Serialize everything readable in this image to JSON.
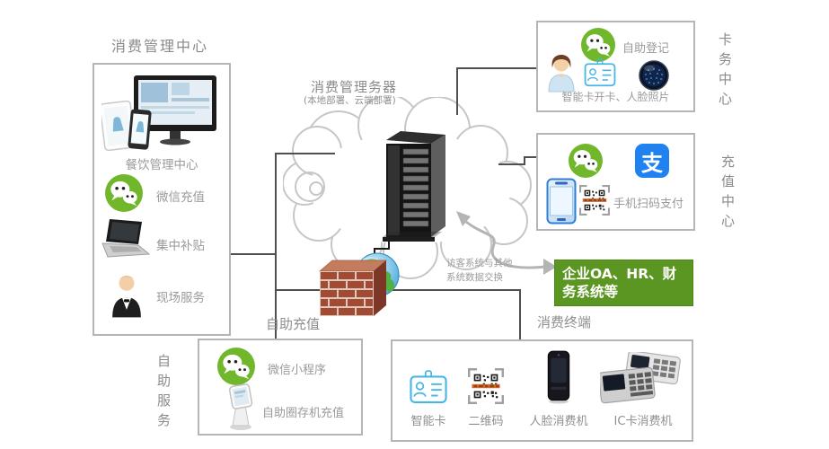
{
  "sections": {
    "management_center_title": "消费管理中心",
    "server_title": "消费管理务器",
    "server_subtitle": "(本地部署、云端部署)",
    "self_recharge_title": "自助充值",
    "terminal_title": "消费终端",
    "green_box_label": "企业OA、HR、财务系统等",
    "visitor_note_line1": "访客系统与其他",
    "visitor_note_line2": "系统数据交换"
  },
  "vertical_labels": {
    "card_center": "卡务中心",
    "recharge_center": "充值中心",
    "self_service": "自助服务"
  },
  "left_box": {
    "caption": "餐饮管理中心",
    "items": [
      {
        "icon": "wechat-icon",
        "label": "微信充值"
      },
      {
        "icon": "laptop-icon",
        "label": "集中补贴"
      },
      {
        "icon": "person-icon",
        "label": "现场服务"
      }
    ]
  },
  "card_box": {
    "register_label": "自助登记",
    "caption": "智能卡开卡、人脸照片"
  },
  "recharge_box": {
    "caption": "手机扫码支付"
  },
  "self_box": {
    "items": [
      {
        "icon": "wechat-icon",
        "label": "微信小程序"
      },
      {
        "icon": "kiosk-icon",
        "label": "自助圈存机充值"
      }
    ]
  },
  "terminal_box": {
    "items": [
      {
        "icon": "smartcard-icon",
        "label": "智能卡"
      },
      {
        "icon": "qrcode-icon",
        "label": "二维码"
      },
      {
        "icon": "face-terminal-icon",
        "label": "人脸消费机"
      },
      {
        "icon": "pos-terminal-icon",
        "label": "IC卡消费机"
      }
    ]
  },
  "icons": {
    "alipay_glyph": "支"
  },
  "colors": {
    "green_box_bg": "#5b9622",
    "wechat_green": "#71b72b",
    "alipay_blue": "#1f82f0",
    "card_icon_blue": "#45b6e6",
    "qr_orange": "#cf6a2d",
    "brick_red": "#a34a33",
    "connector_dark": "#4f4f4f",
    "box_border_gray": "#b5b5b5",
    "label_gray": "#8f8f8f"
  }
}
